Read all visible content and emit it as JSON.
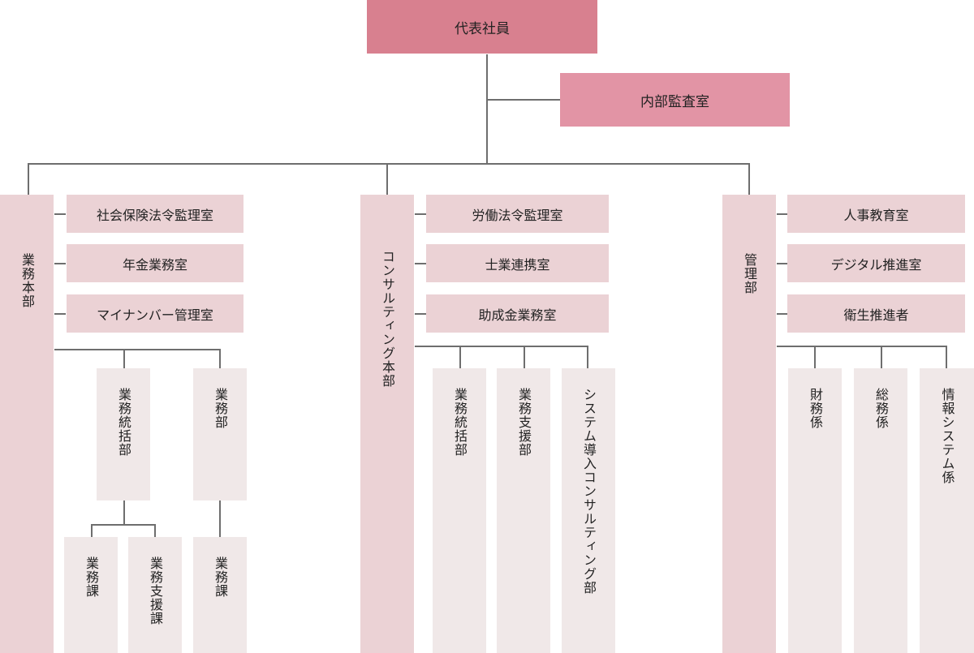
{
  "title": "組織図",
  "president": "代表社員",
  "audit": "内部監査室",
  "divisions": [
    {
      "name": "業務本部",
      "rooms": [
        "社会保険法令監理室",
        "年金業務室",
        "マイナンバー管理室"
      ],
      "departments": [
        {
          "name": "業務統括部",
          "sections": [
            "業務課",
            "業務支援課"
          ]
        },
        {
          "name": "業務部",
          "sections": [
            "業務課"
          ]
        }
      ]
    },
    {
      "name": "コンサルティング本部",
      "rooms": [
        "労働法令監理室",
        "士業連携室",
        "助成金業務室"
      ],
      "departments": [
        {
          "name": "業務統括部"
        },
        {
          "name": "業務支援部"
        },
        {
          "name": "システム導入コンサルティング部"
        }
      ]
    },
    {
      "name": "管理部",
      "rooms": [
        "人事教育室",
        "デジタル推進室",
        "衛生推進者"
      ],
      "departments": [
        {
          "name": "財務係"
        },
        {
          "name": "総務係"
        },
        {
          "name": "情報システム係"
        }
      ]
    }
  ],
  "colors": {
    "president": "#d8808f",
    "audit": "#e294a5",
    "headquarters": "#ebd2d5",
    "room": "#ebd2d5",
    "department": "#f0e8e8",
    "connector": "#6e6e6e"
  }
}
